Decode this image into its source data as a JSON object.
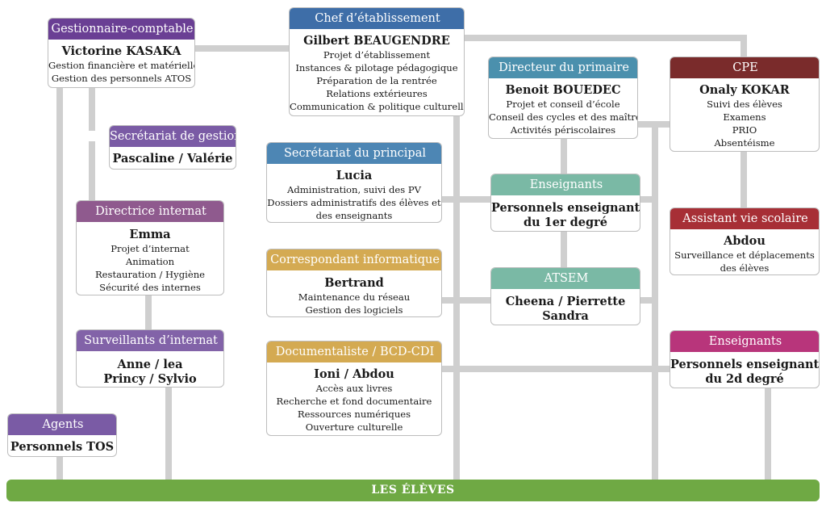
{
  "colors": {
    "line": "#cfcfcf",
    "footer": "#6fa944",
    "purple": "#6a3f94",
    "blue": "#3e6ea8",
    "slate_blue": "#4d86b4",
    "teal_blue": "#4b90ad",
    "dark_red": "#7a2b2b",
    "crimson": "#a72f36",
    "magenta": "#b8357b",
    "lavender": "#7a5ba5",
    "violet": "#8263a8",
    "orchid": "#8f5a8e",
    "gold": "#d4aa52",
    "mint": "#7ab9a5"
  },
  "boxes": {
    "chef": {
      "header": "Chef d’établissement",
      "name": "Gilbert BEAUGENDRE",
      "lines": [
        "Projet d’établissement",
        "Instances & pilotage pédagogique",
        "Préparation de la rentrée",
        "Relations extérieures",
        "Communication & politique culturelle"
      ]
    },
    "gestionnaire": {
      "header": "Gestionnaire-comptable",
      "name": "Victorine KASAKA",
      "lines": [
        "Gestion financière et matérielle",
        "Gestion des personnels ATOS"
      ]
    },
    "secretariat_gestion": {
      "header": "Secrétariat de gestion",
      "name": "Pascaline / Valérie",
      "lines": []
    },
    "directrice_internat": {
      "header": "Directrice internat",
      "name": "Emma",
      "lines": [
        "Projet d’internat",
        "Animation",
        "Restauration / Hygiène",
        "Sécurité des internes"
      ]
    },
    "surveillants": {
      "header": "Surveillants d’internat",
      "name": "Anne / lea",
      "name2": "Princy / Sylvio",
      "lines": []
    },
    "agents": {
      "header": "Agents",
      "name": "Personnels TOS",
      "lines": []
    },
    "secretariat_principal": {
      "header": "Secrétariat du principal",
      "name": "Lucia",
      "lines": [
        "Administration, suivi des PV",
        "Dossiers administratifs des élèves et",
        "des enseignants"
      ]
    },
    "correspondant": {
      "header": "Correspondant informatique",
      "name": "Bertrand",
      "lines": [
        "Maintenance du réseau",
        "Gestion des logiciels"
      ]
    },
    "documentaliste": {
      "header": "Documentaliste / BCD-CDI",
      "name": "Ioni / Abdou",
      "lines": [
        "Accès aux livres",
        "Recherche et fond documentaire",
        "Ressources numériques",
        "Ouverture culturelle"
      ]
    },
    "directeur_primaire": {
      "header": "Directeur du primaire",
      "name": "Benoit BOUEDEC",
      "lines": [
        "Projet et conseil d’école",
        "Conseil des cycles et des maîtres",
        "Activités périscolaires"
      ]
    },
    "enseignants_1": {
      "header": "Enseignants",
      "name": "Personnels enseignants",
      "name2": "du 1er degré",
      "lines": []
    },
    "atsem": {
      "header": "ATSEM",
      "name": "Cheena / Pierrette",
      "name2": "Sandra",
      "lines": []
    },
    "cpe": {
      "header": "CPE",
      "name": "Onaly KOKAR",
      "lines": [
        "Suivi des élèves",
        "Examens",
        "PRIO",
        "Absentéisme"
      ]
    },
    "assistant": {
      "header": "Assistant vie scolaire",
      "name": "Abdou",
      "lines": [
        "Surveillance et déplacements",
        "des élèves"
      ]
    },
    "enseignants_2": {
      "header": "Enseignants",
      "name": "Personnels enseignants",
      "name2": "du 2d degré",
      "lines": []
    }
  },
  "footer": {
    "label": "LES ÉLÈVES"
  }
}
